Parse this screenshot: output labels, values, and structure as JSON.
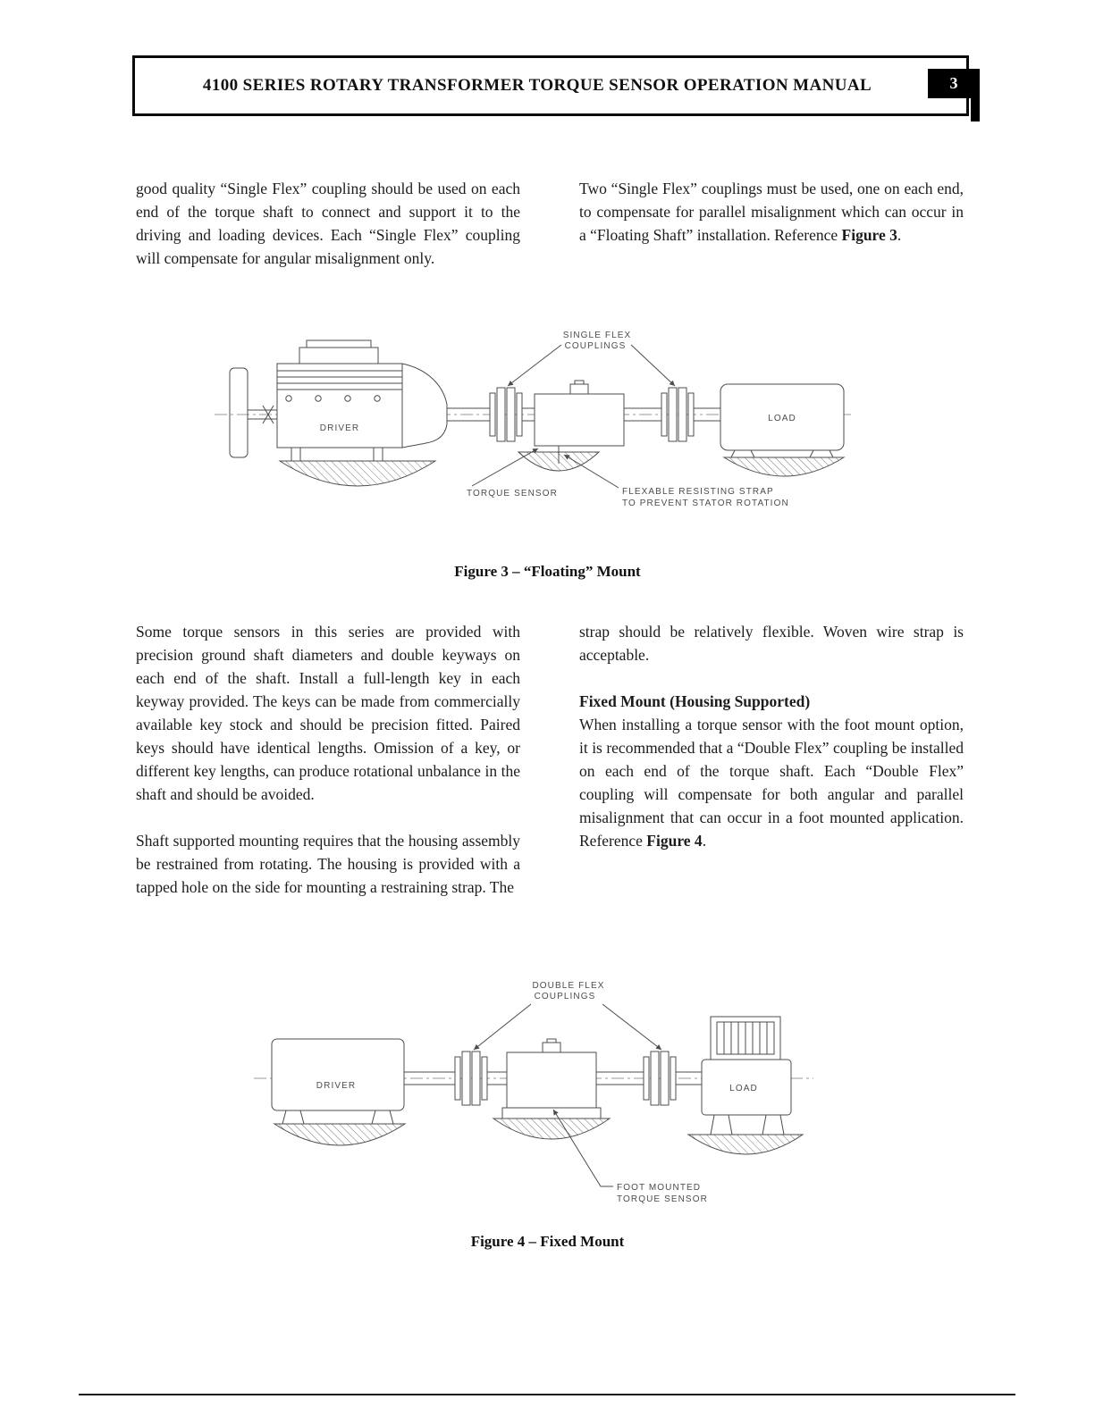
{
  "header": {
    "title": "4100 SERIES ROTARY TRANSFORMER TORQUE SENSOR OPERATION MANUAL",
    "page_number": "3"
  },
  "intro": {
    "left": "good quality “Single Flex” coupling should be used on each end of the torque shaft to connect and support it to the driving and loading devices.  Each “Single Flex” coupling will compensate for angular misalignment only.",
    "right_pre": "Two “Single Flex” couplings must be used, one on each end, to compensate for parallel misalignment which can occur in a “Floating Shaft” installation.  Reference ",
    "right_ref": "Figure 3",
    "right_post": "."
  },
  "figure3": {
    "caption": "Figure 3 – “Floating” Mount",
    "labels": {
      "couplings_line1": "SINGLE  FLEX",
      "couplings_line2": "COUPLINGS",
      "driver": "DRIVER",
      "load": "LOAD",
      "torque_sensor": "TORQUE  SENSOR",
      "strap_line1": "FLEXABLE  RESISTING  STRAP",
      "strap_line2": "TO  PREVENT  STATOR  ROTATION"
    }
  },
  "body": {
    "left_para1": "Some torque sensors in this series are provided with precision ground shaft diameters and double keyways on each end of the shaft.  Install a full-length key in each keyway provided.  The keys can be made from commercially available key stock and should be precision fitted.   Paired keys should have identical lengths.   Omission of a key, or different key lengths, can produce rotational unbalance in the shaft and should be avoided.",
    "left_para2": "Shaft supported mounting requires that the housing assembly be restrained from rotating. The housing is provided with a tapped hole on the side for mounting a restraining strap.  The",
    "right_para1": "strap should be relatively flexible.  Woven wire strap is acceptable.",
    "right_heading": "Fixed Mount (Housing Supported)",
    "right_para2_pre": "When installing a torque sensor with the foot mount option, it is recommended that a “Double Flex” coupling be installed on each end of the torque shaft.  Each “Double Flex” coupling will compensate for both angular and parallel misalignment that can occur in a foot mounted application.  Reference ",
    "right_para2_ref": "Figure 4",
    "right_para2_post": "."
  },
  "figure4": {
    "caption": "Figure 4 – Fixed Mount",
    "labels": {
      "couplings_line1": "DOUBLE  FLEX",
      "couplings_line2": "COUPLINGS",
      "driver": "DRIVER",
      "load": "LOAD",
      "sensor_line1": "FOOT  MOUNTED",
      "sensor_line2": "TORQUE  SENSOR"
    }
  }
}
